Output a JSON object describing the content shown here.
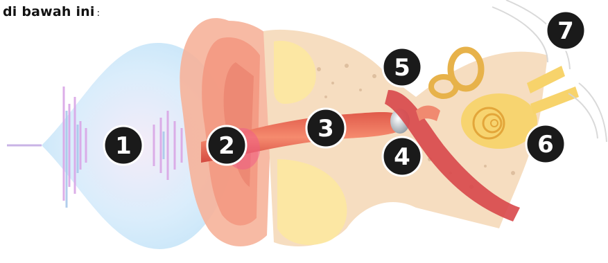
{
  "caption": {
    "text": "di bawah ini",
    "punct": ":"
  },
  "labels": [
    {
      "id": "label-1",
      "text": "1"
    },
    {
      "id": "label-2",
      "text": "2"
    },
    {
      "id": "label-3",
      "text": "3"
    },
    {
      "id": "label-4",
      "text": "4"
    },
    {
      "id": "label-5",
      "text": "5"
    },
    {
      "id": "label-6",
      "text": "6"
    },
    {
      "id": "label-7",
      "text": "7"
    }
  ]
}
